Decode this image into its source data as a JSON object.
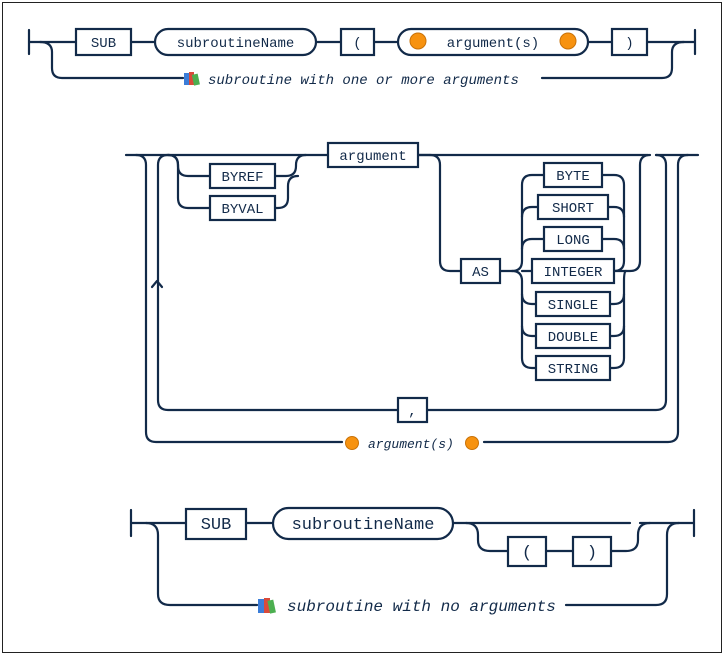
{
  "diagram1": {
    "sub": "SUB",
    "name": "subroutineName",
    "lparen": "(",
    "arg": "argument(s)",
    "rparen": ")",
    "comment": "subroutine with one or more arguments",
    "comment_icon": "books-icon",
    "arg_icon": "orange-circle-icon"
  },
  "diagram2": {
    "byref": "BYREF",
    "byval": "BYVAL",
    "argument": "argument",
    "as": "AS",
    "types": [
      "BYTE",
      "SHORT",
      "LONG",
      "INTEGER",
      "SINGLE",
      "DOUBLE",
      "STRING"
    ],
    "comma": ",",
    "comment": "argument(s)",
    "comment_icon": "orange-circle-icon"
  },
  "diagram3": {
    "sub": "SUB",
    "name": "subroutineName",
    "lparen": "(",
    "rparen": ")",
    "comment": "subroutine with no arguments",
    "comment_icon": "books-icon"
  },
  "colors": {
    "line": "#122a49",
    "background": "#ffffff",
    "orange_icon": "#f7920f"
  }
}
